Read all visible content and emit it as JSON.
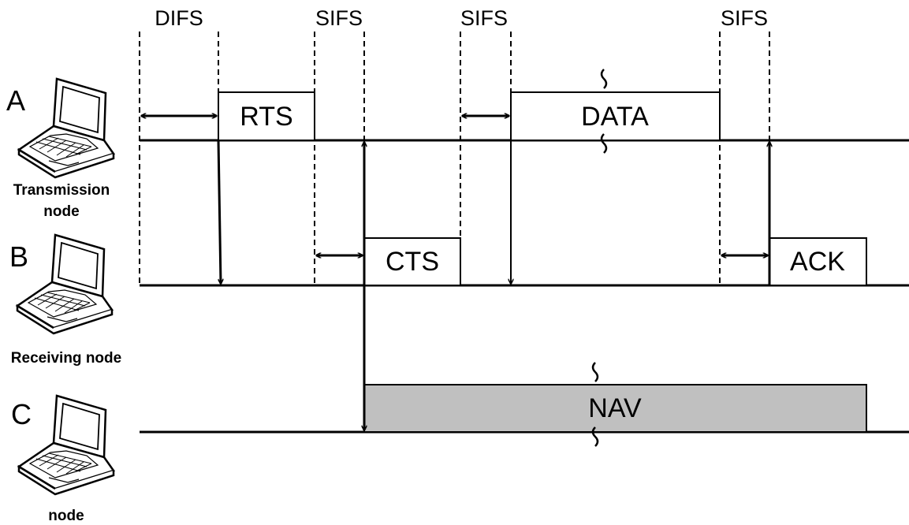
{
  "intervals": {
    "difs": "DIFS",
    "sifs_1": "SIFS",
    "sifs_2": "SIFS",
    "sifs_3": "SIFS"
  },
  "nodes": {
    "a": {
      "letter": "A",
      "desc_line1": "Transmission",
      "desc_line2": "node"
    },
    "b": {
      "letter": "B",
      "desc_line1": "Receiving node"
    },
    "c": {
      "letter": "C",
      "desc_line1": "node"
    }
  },
  "frames": {
    "rts": "RTS",
    "data": "DATA",
    "cts": "CTS",
    "ack": "ACK",
    "nav": "NAV"
  },
  "colors": {
    "line": "#000000",
    "frame_fill": "#ffffff",
    "nav_fill": "#c0c0c0",
    "laptop_screen": "#ffffff"
  },
  "icons": {
    "node_icon": "laptop-icon",
    "break_mark": "wavy-break-icon"
  }
}
